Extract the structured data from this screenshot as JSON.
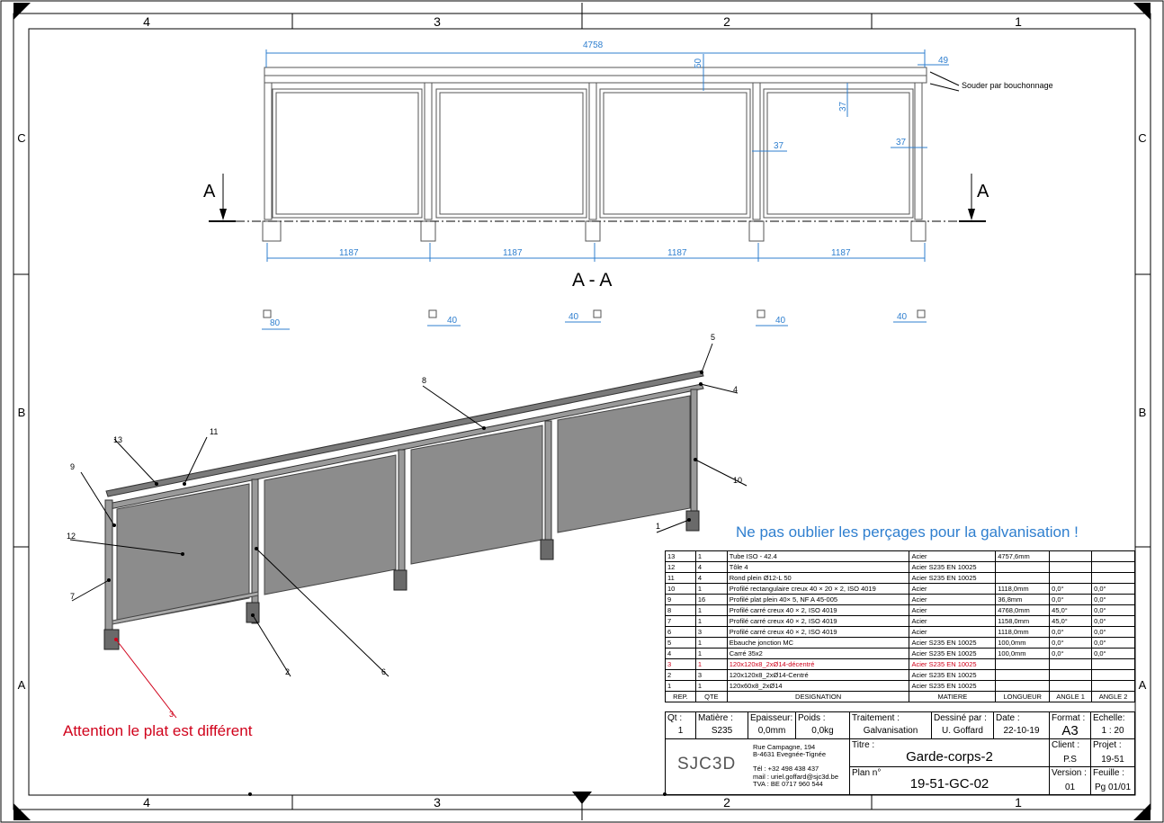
{
  "zones": {
    "columns": [
      "4",
      "3",
      "2",
      "1"
    ],
    "rows": [
      "C",
      "B",
      "A"
    ]
  },
  "front_view": {
    "overall_length": "4758",
    "rail_height": "50",
    "end_offset": "49",
    "gap_top": "37",
    "gap_side_1": "37",
    "gap_side_2": "37",
    "span": [
      "1187",
      "1187",
      "1187",
      "1187"
    ],
    "note_weld": "Souder par bouchonnage",
    "section_letter_left": "A",
    "section_letter_right": "A",
    "section_title": "A - A",
    "plates": [
      "80",
      "40",
      "40",
      "40",
      "40"
    ]
  },
  "iso_view": {
    "callouts": [
      "1",
      "2",
      "3",
      "4",
      "5",
      "6",
      "7",
      "8",
      "9",
      "10",
      "11",
      "12",
      "13"
    ],
    "note_galva": "Ne pas oublier les perçages pour la galvanisation !",
    "warning": "Attention le plat est différent"
  },
  "bom": {
    "header": [
      "REP.",
      "QTE",
      "DESIGNATION",
      "MATIERE",
      "LONGUEUR",
      "ANGLE 1",
      "ANGLE 2"
    ],
    "rows": [
      [
        "13",
        "1",
        "Tube ISO - 42.4",
        "Acier",
        "4757,6mm",
        "",
        ""
      ],
      [
        "12",
        "4",
        "Tôle 4",
        "Acier S235 EN 10025",
        "",
        "",
        ""
      ],
      [
        "11",
        "4",
        "Rond plein Ø12-L 50",
        "Acier S235 EN 10025",
        "",
        "",
        ""
      ],
      [
        "10",
        "1",
        "Profilé rectangulaire creux 40 × 20 × 2, ISO 4019",
        "Acier",
        "1118,0mm",
        "0,0°",
        "0,0°"
      ],
      [
        "9",
        "16",
        "Profilé plat plein 40× 5, NF A 45-005",
        "Acier",
        "36,8mm",
        "0,0°",
        "0,0°"
      ],
      [
        "8",
        "1",
        "Profilé carré creux 40 × 2, ISO 4019",
        "Acier",
        "4768,0mm",
        "45,0°",
        "0,0°"
      ],
      [
        "7",
        "1",
        "Profilé carré creux 40 × 2, ISO 4019",
        "Acier",
        "1158,0mm",
        "45,0°",
        "0,0°"
      ],
      [
        "6",
        "3",
        "Profilé carré creux 40 × 2, ISO 4019",
        "Acier",
        "1118,0mm",
        "0,0°",
        "0,0°"
      ],
      [
        "5",
        "1",
        "Ebauche jonction MC",
        "Acier S235 EN 10025",
        "100,0mm",
        "0,0°",
        "0,0°"
      ],
      [
        "4",
        "1",
        "Carré 35x2",
        "Acier S235 EN 10025",
        "100,0mm",
        "0,0°",
        "0,0°"
      ],
      [
        "3",
        "1",
        "120x120x8_2xØ14-décentré",
        "Acier S235 EN 10025",
        "",
        "",
        ""
      ],
      [
        "2",
        "3",
        "120x120x8_2xØ14-Centré",
        "Acier S235 EN 10025",
        "",
        "",
        ""
      ],
      [
        "1",
        "1",
        "120x60x8_2xØ14",
        "Acier S235 EN 10025",
        "",
        "",
        ""
      ]
    ]
  },
  "title_block": {
    "qt_label": "Qt :",
    "qt": "1",
    "matiere_label": "Matière :",
    "matiere": "S235",
    "epaisseur_label": "Epaisseur:",
    "epaisseur": "0,0mm",
    "poids_label": "Poids :",
    "poids": "0,0kg",
    "traitement_label": "Traitement :",
    "traitement": "Galvanisation",
    "dessine_label": "Dessiné par :",
    "dessine": "U. Goffard",
    "date_label": "Date :",
    "date": "22-10-19",
    "format_label": "Format :",
    "format": "A3",
    "echelle_label": "Echelle:",
    "echelle": "1 : 20",
    "logo": "SJC3D",
    "address_1": "Rue Campagne, 194",
    "address_2": "B-4631 Evegnée-Tignée",
    "tel": "Tél : +32 498 438 437",
    "mail": "mail : uriel.goffard@sjc3d.be",
    "tva": "TVA : BE 0717 960 544",
    "titre_label": "Titre :",
    "titre": "Garde-corps-2",
    "client_label": "Client :",
    "client": "P.S",
    "projet_label": "Projet :",
    "projet": "19-51",
    "plan_label": "Plan n°",
    "plan": "19-51-GC-02",
    "version_label": "Version :",
    "version": "01",
    "feuille_label": "Feuille :",
    "feuille": "Pg 01/01"
  },
  "colors": {
    "dimension": "#2f7fcf",
    "warning": "#d0021b",
    "panel": "#8c8c8c"
  }
}
